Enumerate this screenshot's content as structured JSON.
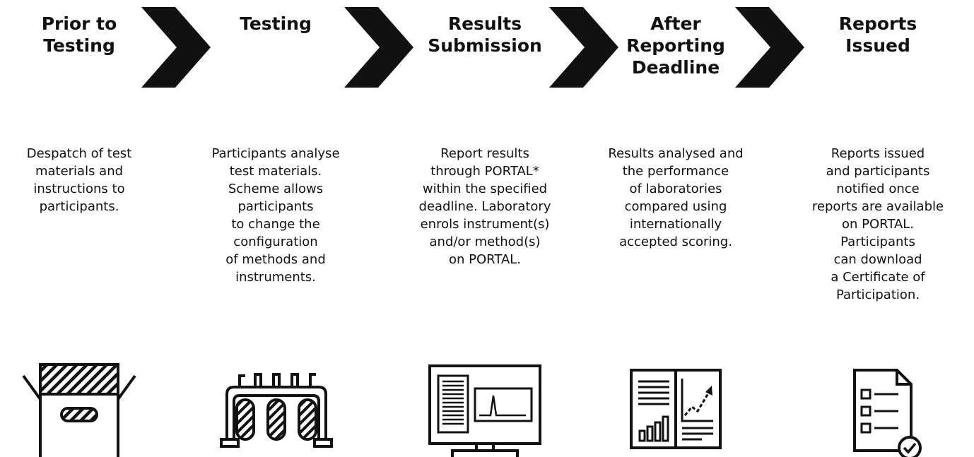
{
  "steps": [
    {
      "title": "Prior to\nTesting",
      "description": "Despatch of test\nmaterials and\ninstructions to\nparticipants.",
      "icon": "box-icon"
    },
    {
      "title": "Testing",
      "description": "Participants analyse\ntest materials.\nScheme allows\nparticipants\nto change the\nconfiguration\nof methods and\ninstruments.",
      "icon": "test-tubes-icon"
    },
    {
      "title": "Results\nSubmission",
      "description": "Report results\nthrough PORTAL*\nwithin the specified\ndeadline. Laboratory\nenrols instrument(s)\nand/or method(s)\non PORTAL.",
      "icon": "monitor-icon"
    },
    {
      "title": "After\nReporting\nDeadline",
      "description": "Results analysed and\nthe performance\nof laboratories\ncompared using\ninternationally\naccepted scoring.",
      "icon": "report-charts-icon"
    },
    {
      "title": "Reports\nIssued",
      "description": "Reports issued\nand participants\nnotified once\nreports are available\non PORTAL.\nParticipants\ncan download\na Certificate of\nParticipation.",
      "icon": "certificate-document-icon"
    }
  ],
  "colors": {
    "ink": "#111111",
    "background": "#ffffff"
  }
}
